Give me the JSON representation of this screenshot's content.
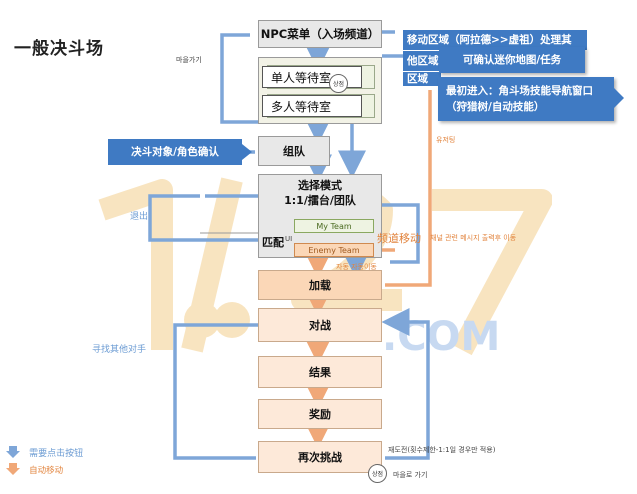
{
  "title": "一般决斗场",
  "nodes": {
    "npc_menu": "NPC菜单（入场频道）",
    "single_wait": "单人等待室",
    "multi_wait": "多人等待室",
    "team": "组队",
    "select_mode_line1": "选择模式",
    "select_mode_line2": "1:1/擂台/团队",
    "my_team": "My Team",
    "enemy_team": "Enemy Team",
    "match": "匹配",
    "loading": "加载",
    "battle": "对战",
    "result": "结果",
    "reward": "奖励",
    "rematch": "再次挑战"
  },
  "callouts": {
    "move_area": "移动区域（阿拉德>>虚祖）处理其",
    "other_area": "他区域",
    "other_area_frag": "区域",
    "minimap": "可确认迷你地图/任务",
    "first_enter_line1": "最初进入：角斗场技能导航窗口",
    "first_enter_line2": "（狩猎树/自动技能）",
    "duel_target": "决斗对象/角色确认"
  },
  "labels": {
    "town_go_top": "마을가기",
    "exit": "退出",
    "find_other": "寻找其他对手",
    "channel_move": "频道移动",
    "channel_move_kr": "채널 관련 메시지 출력후 이동",
    "move_kr_top": "유저팅",
    "auto_move_kr": "자동 자동이동",
    "small_ul": "UI",
    "rematch_note": "재도전(횟수제한-1:1일 경우만 적용)",
    "town_go_bottom": "마을로 가기",
    "badge_shop": "상점",
    "badge_shop2": "상점"
  },
  "legend": {
    "click": "需要点击按钮",
    "auto": "自动移动"
  },
  "colors": {
    "blue_arrow": "#7ea6d8",
    "orange_arrow": "#f0a878",
    "callout_blue": "#3f7ac3"
  }
}
